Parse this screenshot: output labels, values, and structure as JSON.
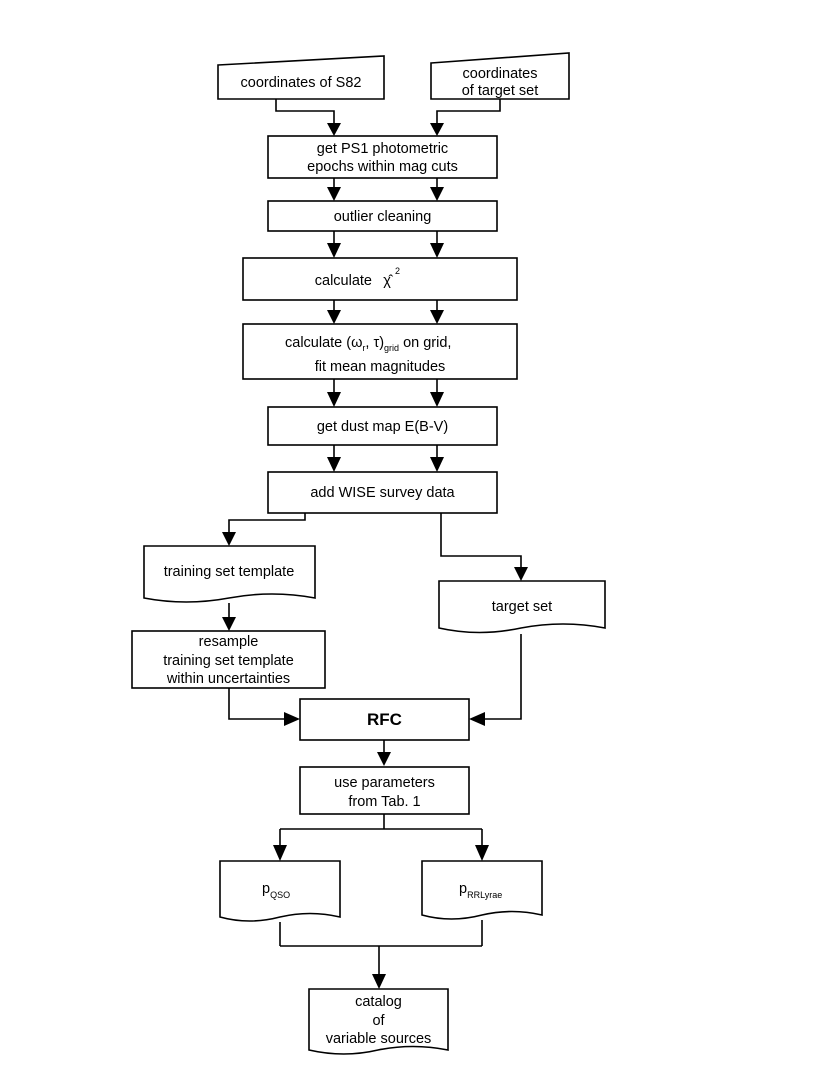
{
  "nodes": {
    "coords_s82": "coordinates of S82",
    "coords_target_1": "coordinates",
    "coords_target_2": "of target set",
    "get_ps1_1": "get PS1 photometric",
    "get_ps1_2": "epochs within mag cuts",
    "outlier": "outlier cleaning",
    "calc_chi": "calculate",
    "chi_symbol": "χ̂",
    "chi_exp": "2",
    "calc_omega_pre": "calculate (ω",
    "calc_omega_r": "r",
    "calc_omega_mid": ", τ)",
    "calc_omega_grid": "grid",
    "calc_omega_post": " on grid,",
    "fit_mean": "fit mean magnitudes",
    "dust": "get dust map E(B-V)",
    "wise": "add WISE survey data",
    "training_template": "training set template",
    "target_set": "target set",
    "resample_1": "resample",
    "resample_2": "training set template",
    "resample_3": "within uncertainties",
    "rfc": "RFC",
    "use_params_1": "use parameters",
    "use_params_2": "from Tab. 1",
    "p_qso_main": "p",
    "p_qso_sub": "QSO",
    "p_rr_main": "p",
    "p_rr_sub": "RRLyrae",
    "catalog_1": "catalog",
    "catalog_2": "of",
    "catalog_3": "variable sources"
  }
}
